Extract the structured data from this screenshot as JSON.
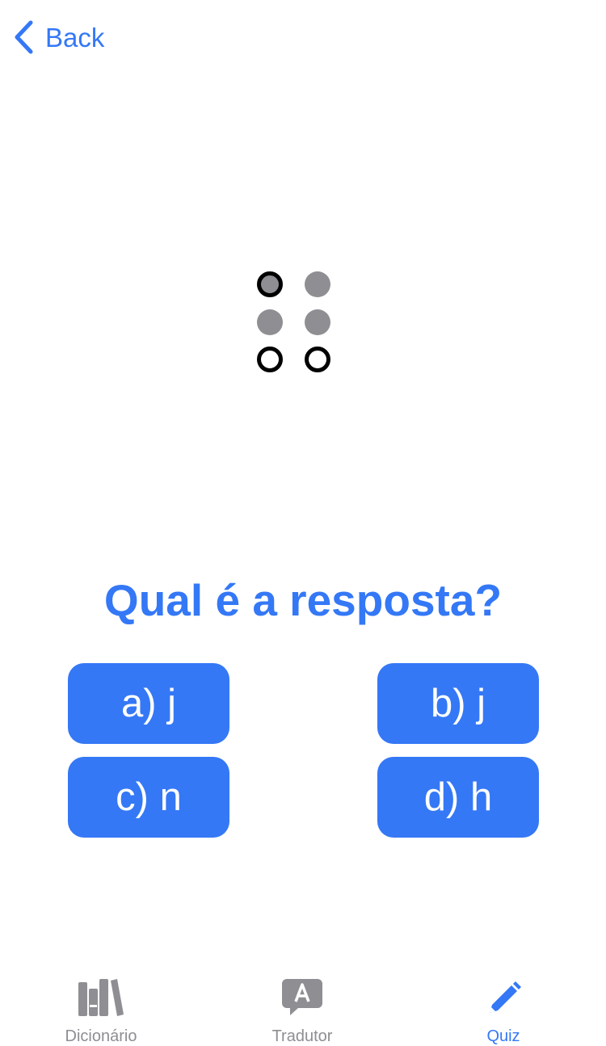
{
  "nav": {
    "back_label": "Back"
  },
  "braille": {
    "dots": [
      {
        "number": 1,
        "raised": true,
        "focused": true
      },
      {
        "number": 4,
        "raised": true,
        "focused": false
      },
      {
        "number": 2,
        "raised": true,
        "focused": false
      },
      {
        "number": 5,
        "raised": true,
        "focused": false
      },
      {
        "number": 3,
        "raised": false,
        "focused": false
      },
      {
        "number": 6,
        "raised": false,
        "focused": false
      }
    ]
  },
  "quiz": {
    "question": "Qual é a resposta?",
    "answers": [
      {
        "label": "a) j"
      },
      {
        "label": "b) j"
      },
      {
        "label": "c) n"
      },
      {
        "label": "d) h"
      }
    ]
  },
  "tabs": [
    {
      "label": "Dicionário",
      "icon": "books-icon",
      "active": false
    },
    {
      "label": "Tradutor",
      "icon": "translate-bubble-icon",
      "active": false
    },
    {
      "label": "Quiz",
      "icon": "pencil-icon",
      "active": true
    }
  ],
  "colors": {
    "accent": "#3478f6",
    "inactive": "#8e8e93",
    "dot_raised": "#8e8e93"
  }
}
